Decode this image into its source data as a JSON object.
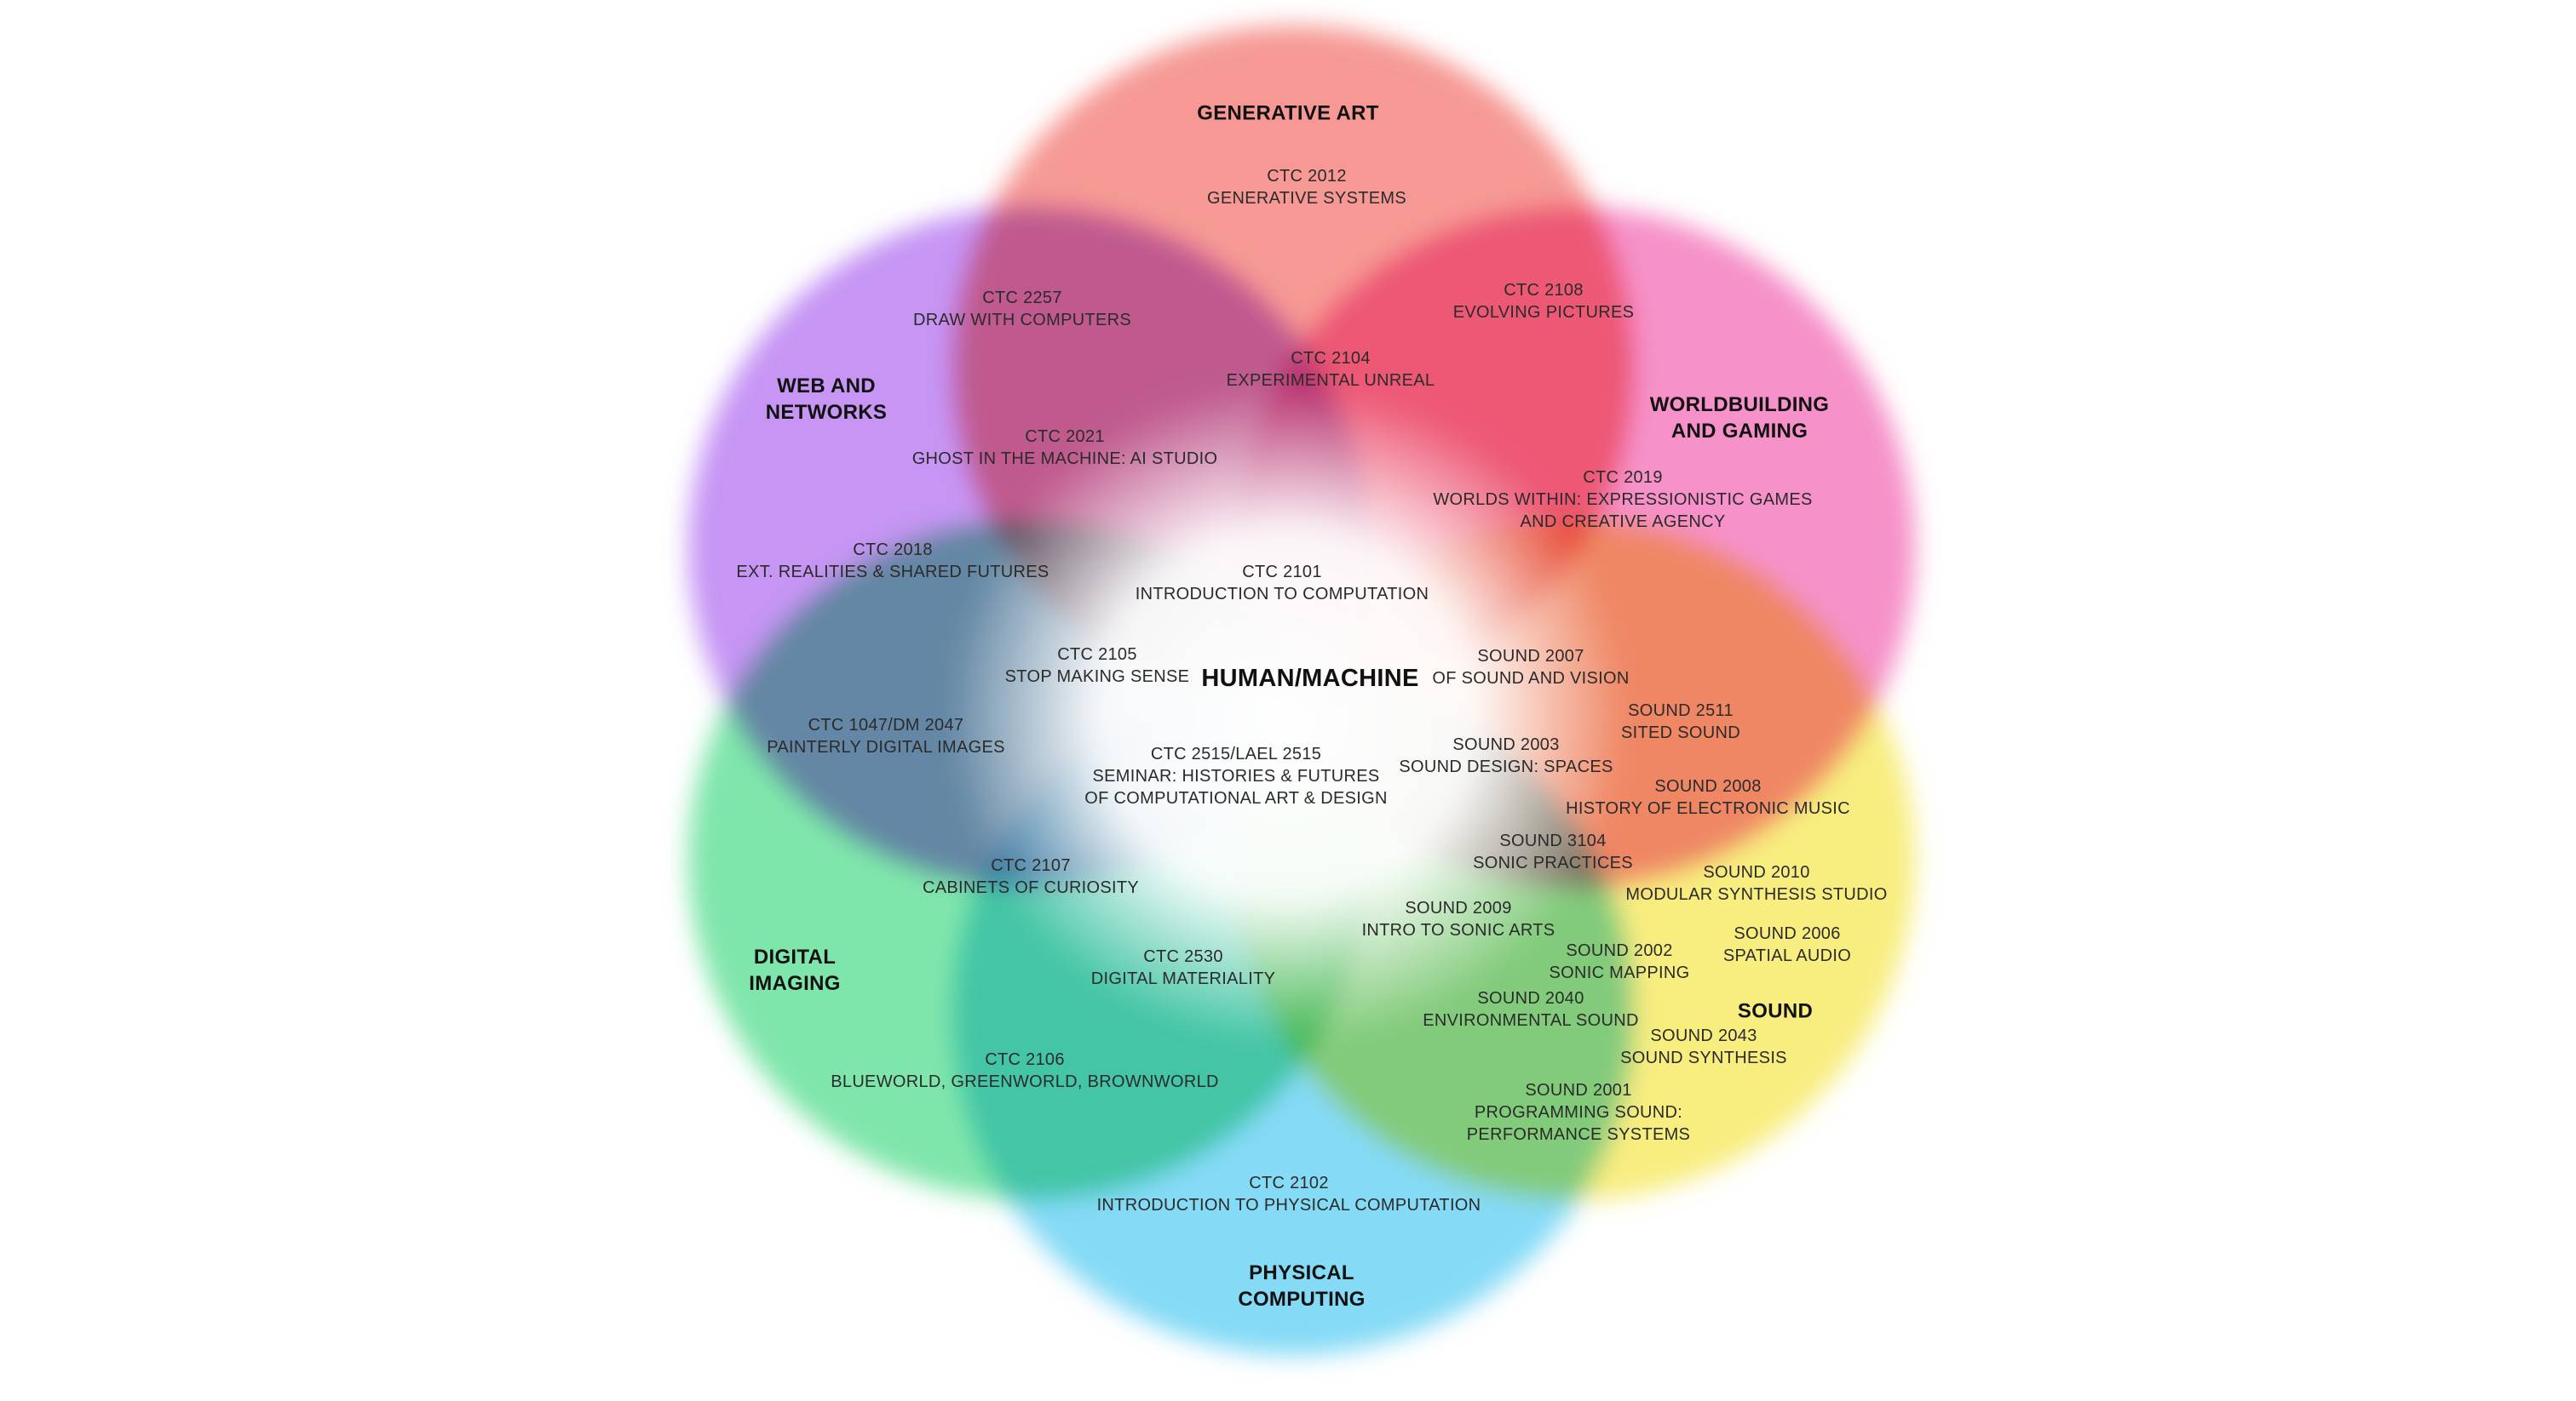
{
  "colors": {
    "generative_art": "#f2716b",
    "worldbuilding": "#f366b4",
    "sound": "#f5e64e",
    "physical": "#56ccf2",
    "digital": "#4fdc8a",
    "web": "#b26cf0"
  },
  "categories": {
    "generative_art": [
      "GENERATIVE ART"
    ],
    "web": [
      "WEB AND",
      "NETWORKS"
    ],
    "worldbuilding": [
      "WORLDBUILDING",
      "AND GAMING"
    ],
    "digital": [
      "DIGITAL",
      "IMAGING"
    ],
    "sound": [
      "SOUND"
    ],
    "physical": [
      "PHYSICAL",
      "COMPUTING"
    ],
    "center": [
      "HUMAN/MACHINE"
    ]
  },
  "courses": {
    "ctc2012": [
      "CTC 2012",
      "GENERATIVE SYSTEMS"
    ],
    "ctc2257": [
      "CTC 2257",
      "DRAW WITH COMPUTERS"
    ],
    "ctc2108": [
      "CTC 2108",
      "EVOLVING PICTURES"
    ],
    "ctc2104": [
      "CTC 2104",
      "EXPERIMENTAL UNREAL"
    ],
    "ctc2021": [
      "CTC 2021",
      "GHOST IN THE MACHINE: AI STUDIO"
    ],
    "ctc2019": [
      "CTC 2019",
      "WORLDS WITHIN: EXPRESSIONISTIC GAMES",
      "AND CREATIVE AGENCY"
    ],
    "ctc2018": [
      "CTC 2018",
      "EXT. REALITIES & SHARED FUTURES"
    ],
    "ctc2101": [
      "CTC 2101",
      "INTRODUCTION TO COMPUTATION"
    ],
    "ctc2105": [
      "CTC 2105",
      "STOP MAKING SENSE"
    ],
    "sound2007": [
      "SOUND 2007",
      "OF SOUND AND VISION"
    ],
    "ctc1047": [
      "CTC 1047/DM 2047",
      "PAINTERLY DIGITAL IMAGES"
    ],
    "sound2511": [
      "SOUND 2511",
      "SITED SOUND"
    ],
    "sound2003": [
      "SOUND 2003",
      "SOUND DESIGN: SPACES"
    ],
    "ctc2515": [
      "CTC 2515/LAEL 2515",
      "SEMINAR: HISTORIES & FUTURES",
      "OF COMPUTATIONAL ART & DESIGN"
    ],
    "sound2008": [
      "SOUND 2008",
      "HISTORY OF ELECTRONIC MUSIC"
    ],
    "sound3104": [
      "SOUND 3104",
      "SONIC PRACTICES"
    ],
    "ctc2107": [
      "CTC 2107",
      "CABINETS OF CURIOSITY"
    ],
    "sound2010": [
      "SOUND 2010",
      "MODULAR SYNTHESIS STUDIO"
    ],
    "sound2009": [
      "SOUND 2009",
      "INTRO TO SONIC ARTS"
    ],
    "sound2006": [
      "SOUND 2006",
      "SPATIAL AUDIO"
    ],
    "ctc2530": [
      "CTC 2530",
      "DIGITAL MATERIALITY"
    ],
    "sound2002": [
      "SOUND 2002",
      "SONIC MAPPING"
    ],
    "sound2040": [
      "SOUND 2040",
      "ENVIRONMENTAL SOUND"
    ],
    "sound2043": [
      "SOUND 2043",
      "SOUND SYNTHESIS"
    ],
    "ctc2106": [
      "CTC 2106",
      "BLUEWORLD, GREENWORLD, BROWNWORLD"
    ],
    "sound2001": [
      "SOUND 2001",
      "PROGRAMMING SOUND:",
      "PERFORMANCE SYSTEMS"
    ],
    "ctc2102": [
      "CTC 2102",
      "INTRODUCTION TO PHYSICAL COMPUTATION"
    ]
  }
}
